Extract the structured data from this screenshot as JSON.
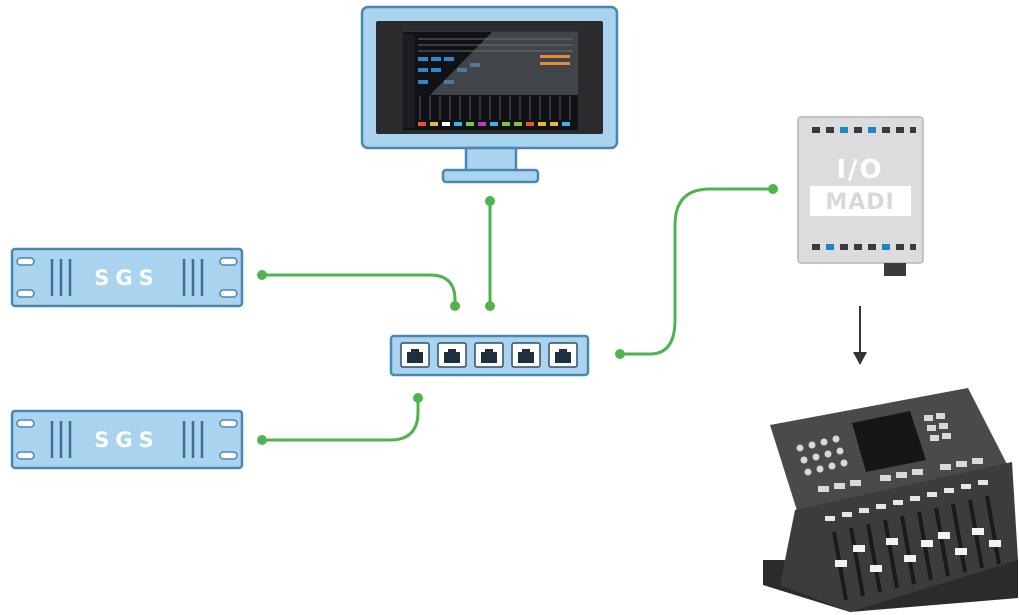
{
  "nodes": {
    "server_top": {
      "label": "SGS"
    },
    "server_bottom": {
      "label": "SGS"
    },
    "io_box": {
      "label_top": "I/O",
      "label_bottom": "MADI"
    }
  },
  "colors": {
    "device_fill": "#a9d3ee",
    "device_stroke": "#4a87b2",
    "link_green": "#4fb34f",
    "io_grey": "#dcdcde",
    "console_dark": "#3c3c3e",
    "arrow": "#333333"
  },
  "icons": [
    "monitor-icon",
    "network-switch-icon",
    "mixing-console-icon",
    "down-arrow-icon"
  ]
}
